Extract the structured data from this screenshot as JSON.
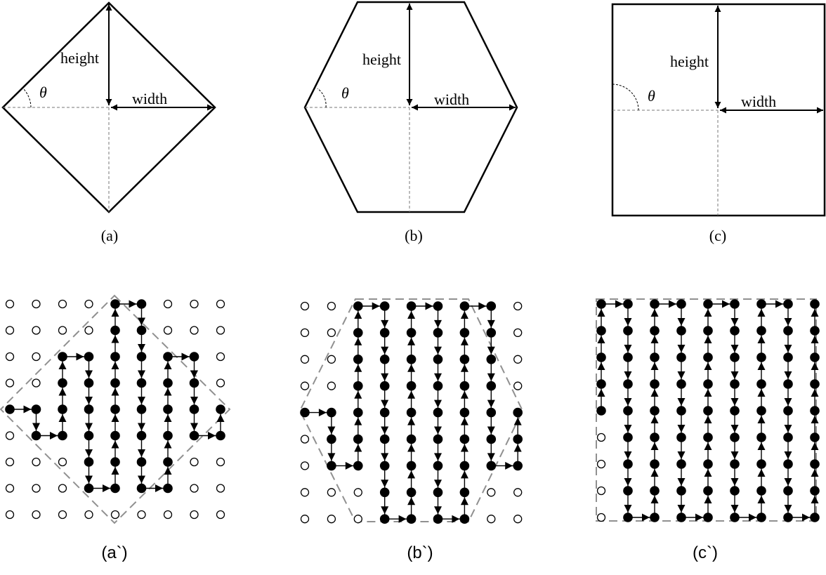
{
  "shape_labels": {
    "height": "height",
    "width": "width",
    "theta": "θ"
  },
  "captions": {
    "a": "(a)",
    "b": "(b)",
    "c": "(c)",
    "a_prime": "(a`)",
    "b_prime": "(b`)",
    "c_prime": "(c`)"
  },
  "colors": {
    "outline": "#000000",
    "guide": "#808080",
    "visited_node": "#000000",
    "unvisited_node": "#ffffff"
  }
}
